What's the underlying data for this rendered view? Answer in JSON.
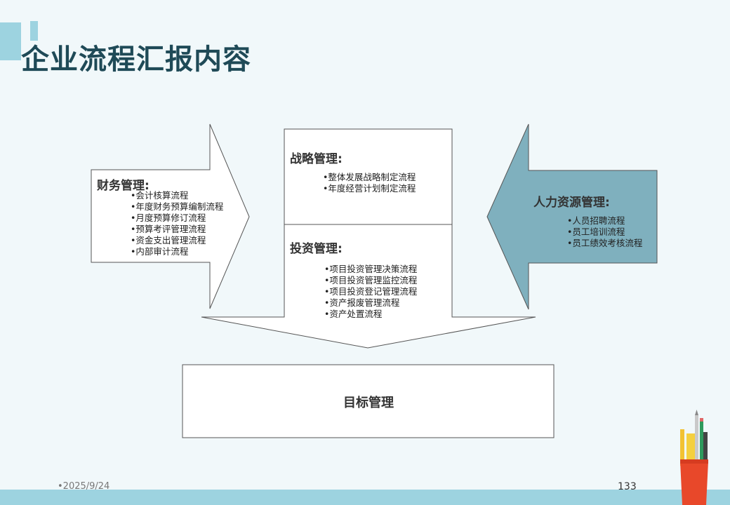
{
  "title": "企业流程汇报内容",
  "sections": {
    "finance": {
      "title": "财务管理:",
      "items": [
        "•会计核算流程",
        "•年度财务预算编制流程",
        "•月度预算修订流程",
        "•预算考评管理流程",
        "•资金支出管理流程",
        "•内部审计流程"
      ]
    },
    "strategy": {
      "title": "战略管理:",
      "items": [
        "•整体发展战略制定流程",
        "•年度经营计划制定流程"
      ]
    },
    "investment": {
      "title": "投资管理:",
      "items": [
        "•项目投资管理决策流程",
        "•项目投资管理监控流程",
        "•项目投资登记管理流程",
        "•资产报废管理流程",
        "•资产处置流程"
      ]
    },
    "hr": {
      "title": "人力资源管理:",
      "items": [
        "•人员招聘流程",
        "•员工培训流程",
        "•员工绩效考核流程"
      ]
    },
    "goal": {
      "title": "目标管理"
    }
  },
  "footer": {
    "date": "2025/9/24",
    "page": "133"
  },
  "colors": {
    "accent": "#9dd3e0",
    "title": "#1f4a57",
    "hr_arrow": "#7fb0be",
    "pencil_cup": "#e8482a"
  }
}
